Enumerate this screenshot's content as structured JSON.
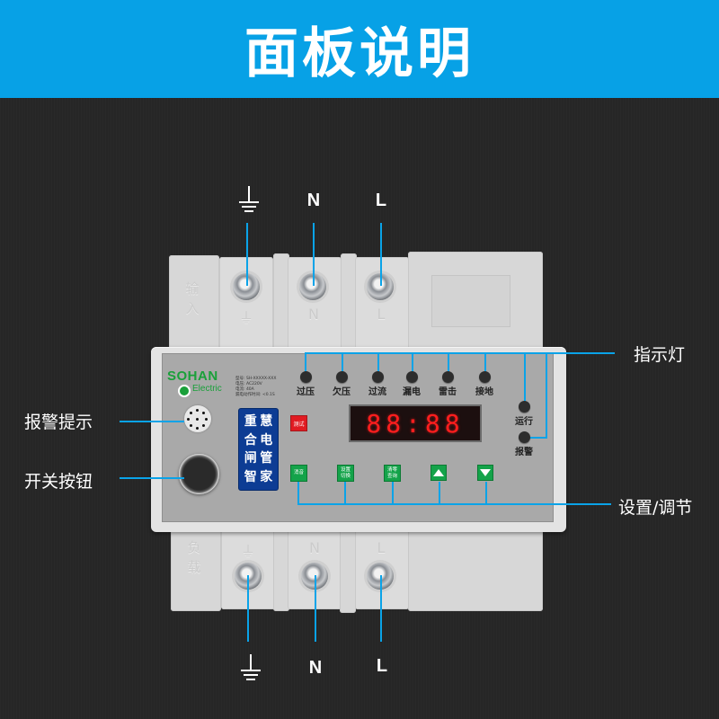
{
  "header": {
    "title": "面板说明"
  },
  "terminals_top": [
    {
      "label": "⏚",
      "type": "ground",
      "engraved": "⏚"
    },
    {
      "label": "N",
      "type": "neutral",
      "engraved": "N"
    },
    {
      "label": "L",
      "type": "live",
      "engraved": "L"
    }
  ],
  "terminals_bottom": [
    {
      "label": "⏚",
      "type": "ground",
      "engraved": "⏚"
    },
    {
      "label": "N",
      "type": "neutral",
      "engraved": "N"
    },
    {
      "label": "L",
      "type": "live",
      "engraved": "L"
    }
  ],
  "engraved_side_top": "输入",
  "engraved_side_bottom": "负载",
  "brand": {
    "name": "SOHAN",
    "sub": "Electric"
  },
  "spec_lines": [
    "型号: SH-XXXXX-XXX",
    "电压: AC220V",
    "电流: 40A",
    "漏电动作时间: <0.1S"
  ],
  "indicators": [
    {
      "label": "过压"
    },
    {
      "label": "欠压"
    },
    {
      "label": "过流"
    },
    {
      "label": "漏电"
    },
    {
      "label": "雷击"
    },
    {
      "label": "接地"
    }
  ],
  "status_leds": [
    {
      "label": "运行"
    },
    {
      "label": "报警"
    }
  ],
  "brand_card": [
    "重",
    "慧",
    "合",
    "电",
    "闸",
    "管",
    "智",
    "家"
  ],
  "test_button": {
    "label": "测试"
  },
  "display": {
    "value": "88:88"
  },
  "controls": [
    {
      "label": "消音",
      "icon": null
    },
    {
      "label": "设置\n切换",
      "icon": null
    },
    {
      "label": "清零\n查询",
      "icon": null
    },
    {
      "label": "",
      "icon": "arrow-up"
    },
    {
      "label": "",
      "icon": "arrow-down"
    }
  ],
  "callouts": {
    "alarm": "报警提示",
    "switch": "开关按钮",
    "indicator": "指示灯",
    "settings": "设置/调节"
  },
  "colors": {
    "accent": "#07a1e6",
    "line": "#0aa3e8",
    "button_green": "#14a34a",
    "test_red": "#e11b22",
    "card_blue": "#0d3c94",
    "display_red": "#ff1e1e"
  }
}
